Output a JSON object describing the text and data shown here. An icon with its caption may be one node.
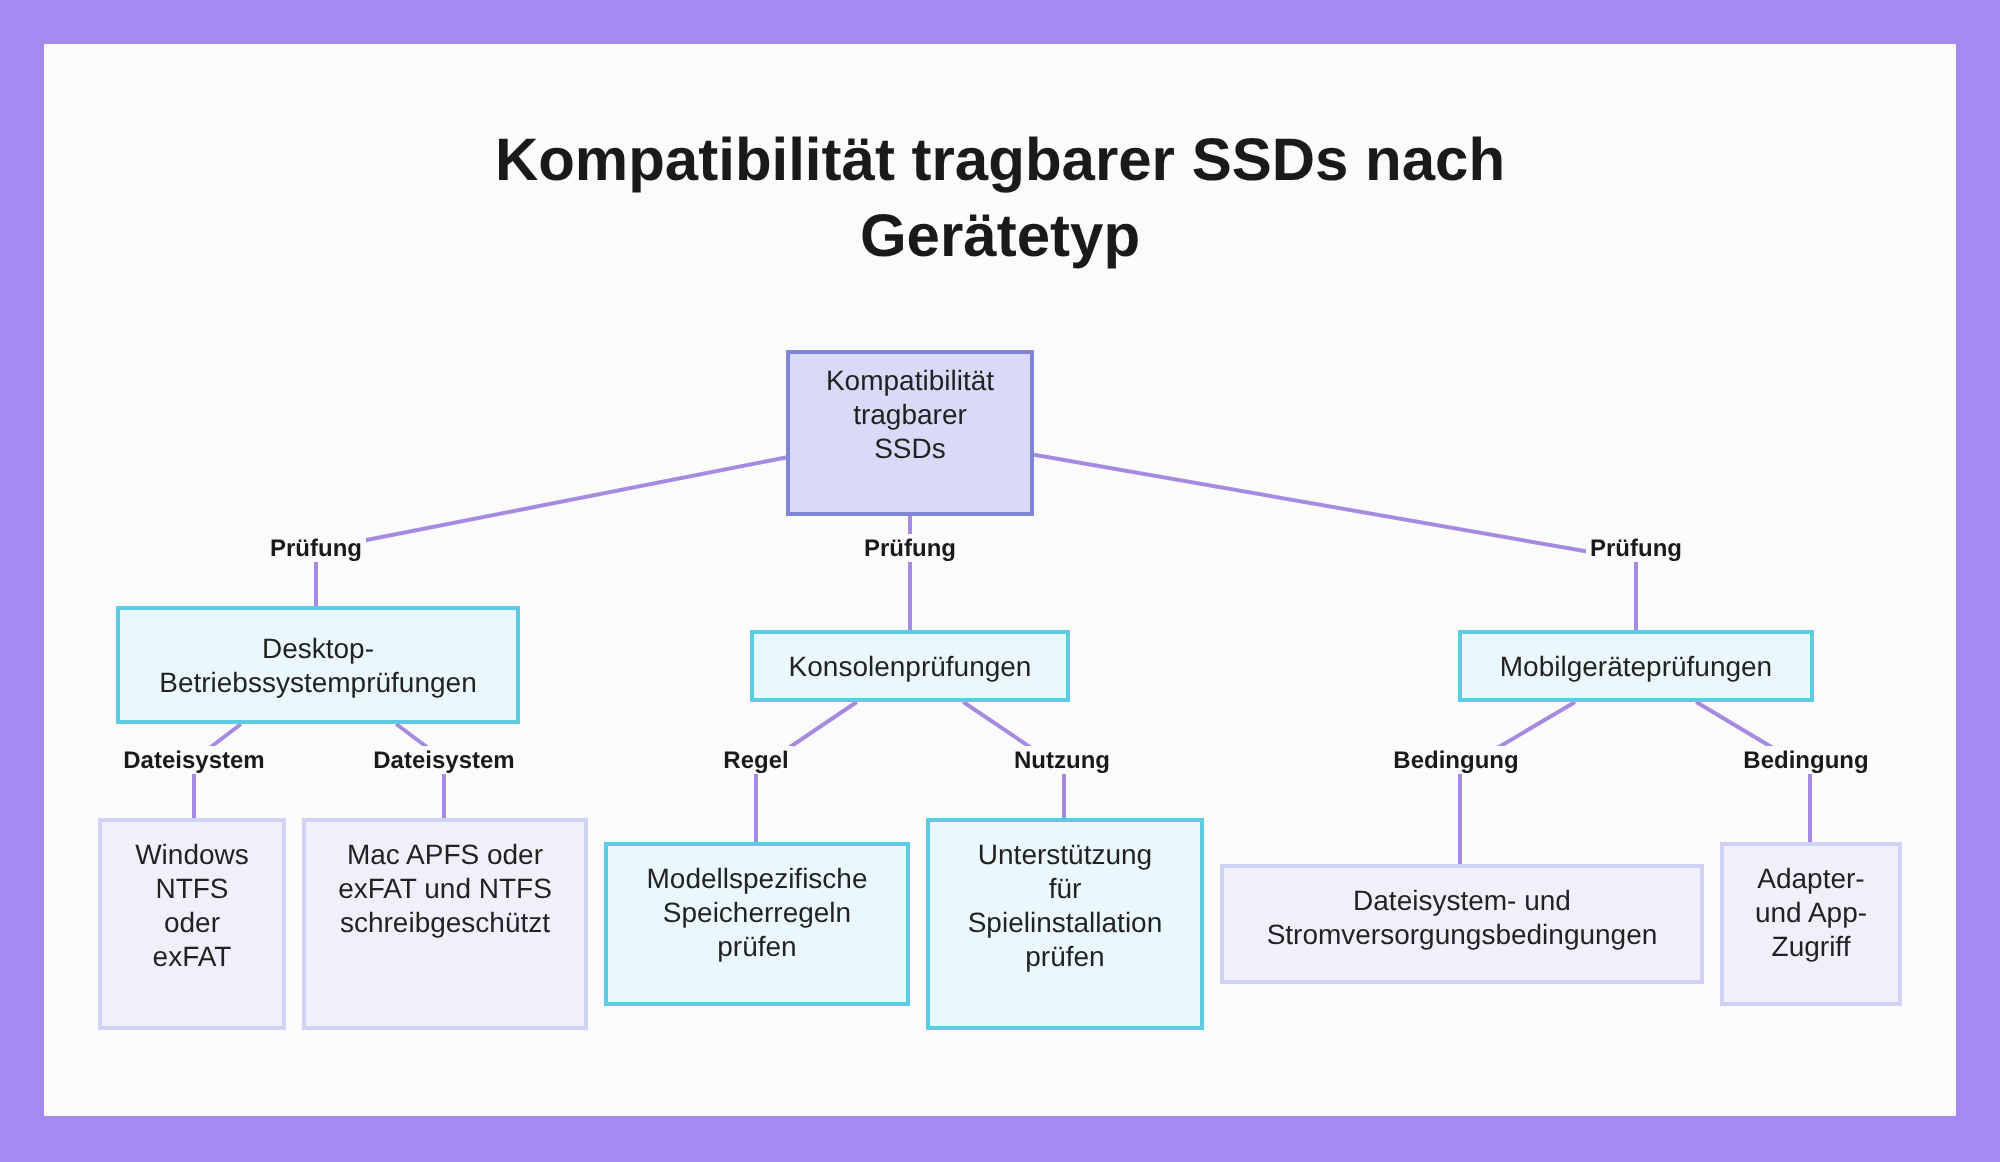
{
  "diagram": {
    "title": "Kompatibilität tragbarer SSDs nach Gerätetyp",
    "nodes": [
      {
        "text": [
          "Kompatibilität tragbarer SSDs"
        ]
      },
      {
        "text": [
          "Desktop-Betriebssystemprüfungen"
        ]
      },
      {
        "text": [
          "Konsolenprüfungen"
        ]
      },
      {
        "text": [
          "Mobilgeräteprüfungen"
        ]
      },
      {
        "text": [
          "Windows NTFS oder exFAT"
        ]
      },
      {
        "text": [
          "Mac APFS oder exFAT und NTFS schreibgeschützt"
        ]
      },
      {
        "text": [
          "Modellspezifische Speicherregeln prüfen"
        ]
      },
      {
        "text": [
          "Unterstützung für Spielinstallation prüfen"
        ]
      },
      {
        "text": [
          "Dateisystem- und Stromversorgungsbedingungen"
        ]
      },
      {
        "text": [
          "Adapter- und App-Zugriff"
        ]
      }
    ],
    "edges": [
      {
        "from": 0,
        "to": 1,
        "arrow": "none",
        "label": "Prüfung"
      },
      {
        "from": 0,
        "to": 2,
        "arrow": "none",
        "label": "Prüfung"
      },
      {
        "from": 0,
        "to": 3,
        "arrow": "none",
        "label": "Prüfung"
      },
      {
        "from": 1,
        "to": 4,
        "arrow": "none",
        "label": "Dateisystem"
      },
      {
        "from": 1,
        "to": 5,
        "arrow": "none",
        "label": "Dateisystem"
      },
      {
        "from": 2,
        "to": 6,
        "arrow": "none",
        "label": "Regel"
      },
      {
        "from": 2,
        "to": 7,
        "arrow": "none",
        "label": "Nutzung"
      },
      {
        "from": 3,
        "to": 8,
        "arrow": "none",
        "label": "Bedingung"
      },
      {
        "from": 3,
        "to": 9,
        "arrow": "none",
        "label": "Bedingung"
      }
    ]
  }
}
